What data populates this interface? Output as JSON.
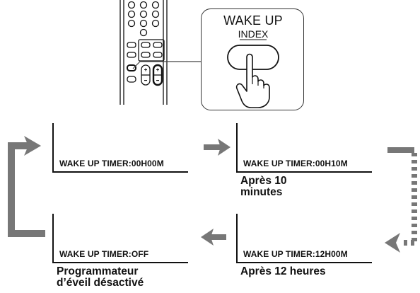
{
  "callout": {
    "button_label_line1": "WAKE UP",
    "button_label_line2": "INDEX"
  },
  "screens": [
    {
      "display": "WAKE UP TIMER:00H00M",
      "caption": ""
    },
    {
      "display": "WAKE UP TIMER:00H10M",
      "caption": "Après 10\nminutes"
    },
    {
      "display": "WAKE UP TIMER:OFF",
      "caption": "Programmateur\nd’éveil désactivé"
    },
    {
      "display": "WAKE UP TIMER:12H00M",
      "caption": "Après 12 heures"
    }
  ],
  "colors": {
    "line": "#111111",
    "arrow_gray": "#777777"
  },
  "icons": [
    "remote-control-icon",
    "pressing-hand-icon",
    "arrow-right-icon",
    "arrow-left-icon"
  ]
}
